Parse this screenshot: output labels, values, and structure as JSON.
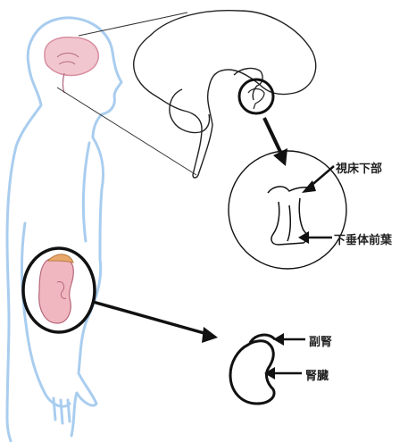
{
  "labels": {
    "hypothalamus": "視床下部",
    "anterior_pituitary": "下垂体前葉",
    "adrenal_gland": "副腎",
    "kidney": "腎臓"
  },
  "colors": {
    "body_outline": "#a9cdef",
    "brain_fill": "#f2c6cf",
    "kidney_fill": "#f0b7c0",
    "adrenal_fill": "#e8a86c",
    "line": "#1a1a1a"
  }
}
